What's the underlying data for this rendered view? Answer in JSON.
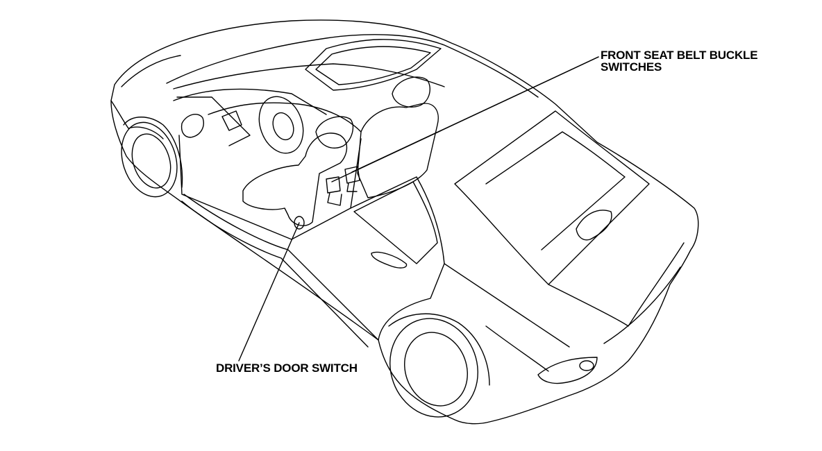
{
  "diagram": {
    "callouts": {
      "seat_belt_line1": "FRONT SEAT BELT BUCKLE",
      "seat_belt_line2": "SWITCHES",
      "door_switch": "DRIVER’S DOOR SWITCH"
    },
    "colors": {
      "line": "#000000",
      "background": "#ffffff"
    }
  }
}
